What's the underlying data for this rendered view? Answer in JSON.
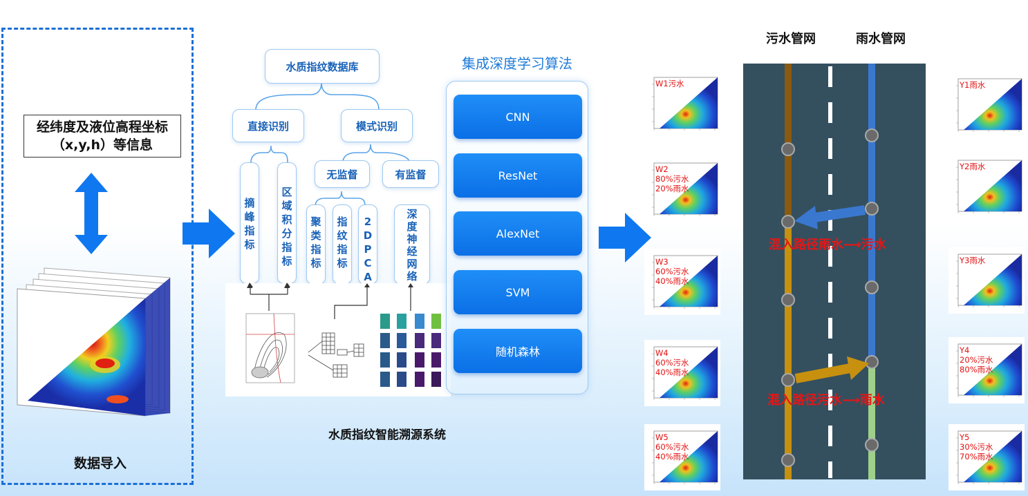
{
  "left": {
    "coord_line1": "经纬度及液位高程坐标",
    "coord_line2": "（x,y,h）等信息",
    "data_import": "数据导入"
  },
  "system": {
    "database": "水质指纹数据库",
    "direct": "直接识别",
    "pattern": "模式识别",
    "unsupervised": "无监督",
    "supervised": "有监督",
    "peak": "摘峰指标",
    "region": "区域积分指标",
    "cluster": "聚类指标",
    "fingerprint": "指纹指标",
    "pca": "2DPCA",
    "dnn": "深度神经网络",
    "title": "水质指纹智能溯源系统"
  },
  "algorithms": {
    "title": "集成深度学习算法",
    "items": [
      "CNN",
      "ResNet",
      "AlexNet",
      "SVM",
      "随机森林"
    ]
  },
  "spectra_w": [
    {
      "lines": [
        "W1污水"
      ]
    },
    {
      "lines": [
        "W2",
        "80%污水",
        "20%雨水"
      ]
    },
    {
      "lines": [
        "W3",
        "60%污水",
        "40%雨水"
      ]
    },
    {
      "lines": [
        "W4",
        "60%污水",
        "40%雨水"
      ]
    },
    {
      "lines": [
        "W5",
        "60%污水",
        "40%雨水"
      ]
    }
  ],
  "spectra_y": [
    {
      "lines": [
        "Y1雨水"
      ]
    },
    {
      "lines": [
        "Y2雨水"
      ]
    },
    {
      "lines": [
        "Y3雨水"
      ]
    },
    {
      "lines": [
        "Y4",
        "20%污水",
        "80%雨水"
      ]
    },
    {
      "lines": [
        "Y5",
        "30%污水",
        "70%雨水"
      ]
    }
  ],
  "pipe": {
    "sewage_header": "污水管网",
    "rain_header": "雨水管网",
    "mix1": "混入路径雨水⟶污水",
    "mix2": "混入路径污水⟶雨水"
  },
  "colors": {
    "accent": "#0b6fe6",
    "sewage_pipe": "#c8900f",
    "rain_pipe": "#3a78d0",
    "alert_red": "#e31010"
  }
}
